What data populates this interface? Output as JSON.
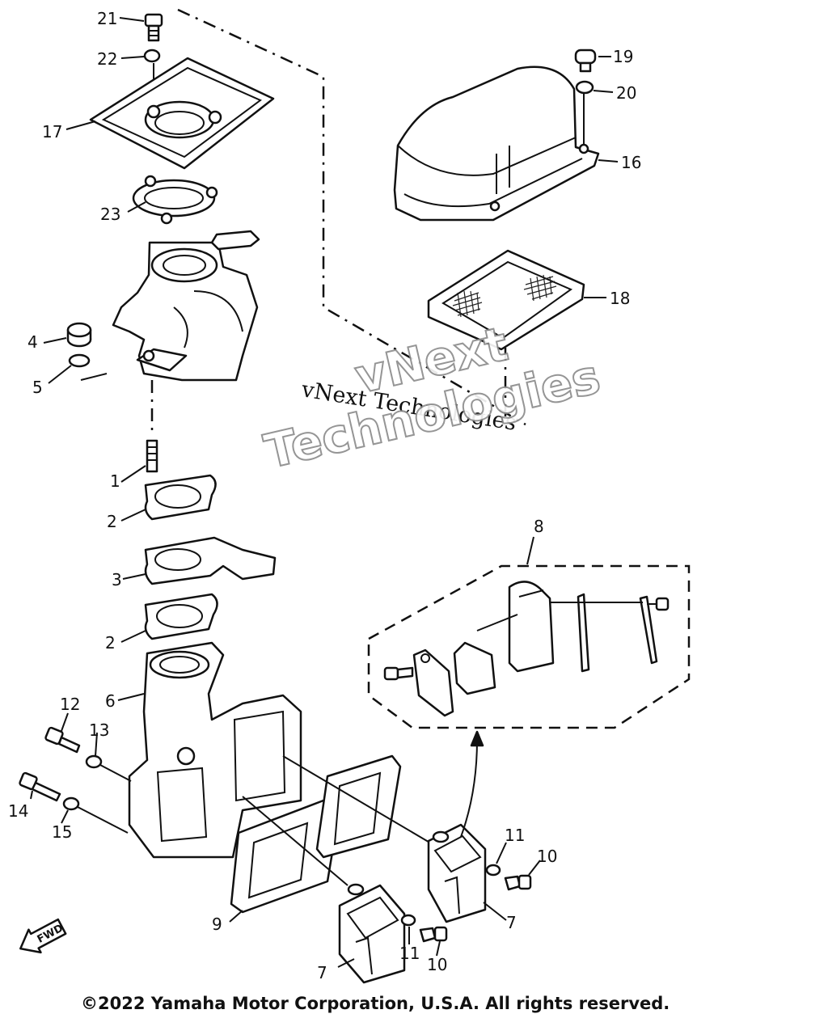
{
  "diagram": {
    "callouts": [
      {
        "id": "21",
        "label": "21"
      },
      {
        "id": "22",
        "label": "22"
      },
      {
        "id": "17",
        "label": "17"
      },
      {
        "id": "23",
        "label": "23"
      },
      {
        "id": "19",
        "label": "19"
      },
      {
        "id": "20",
        "label": "20"
      },
      {
        "id": "16",
        "label": "16"
      },
      {
        "id": "18",
        "label": "18"
      },
      {
        "id": "4",
        "label": "4"
      },
      {
        "id": "5",
        "label": "5"
      },
      {
        "id": "1",
        "label": "1"
      },
      {
        "id": "2a",
        "label": "2"
      },
      {
        "id": "3",
        "label": "3"
      },
      {
        "id": "2b",
        "label": "2"
      },
      {
        "id": "6",
        "label": "6"
      },
      {
        "id": "8",
        "label": "8"
      },
      {
        "id": "12",
        "label": "12"
      },
      {
        "id": "13",
        "label": "13"
      },
      {
        "id": "14",
        "label": "14"
      },
      {
        "id": "15",
        "label": "15"
      },
      {
        "id": "9",
        "label": "9"
      },
      {
        "id": "11a",
        "label": "11"
      },
      {
        "id": "10a",
        "label": "10"
      },
      {
        "id": "7a",
        "label": "7"
      },
      {
        "id": "11b",
        "label": "11"
      },
      {
        "id": "10b",
        "label": "10"
      },
      {
        "id": "7b",
        "label": "7"
      }
    ],
    "fwd_label": "FWD",
    "watermark_line1": "vNext Technologies",
    "watermark_line2a": "vNext",
    "watermark_line2b": "Technologies",
    "copyright": "©2022 Yamaha Motor Corporation, U.S.A. All rights reserved."
  }
}
